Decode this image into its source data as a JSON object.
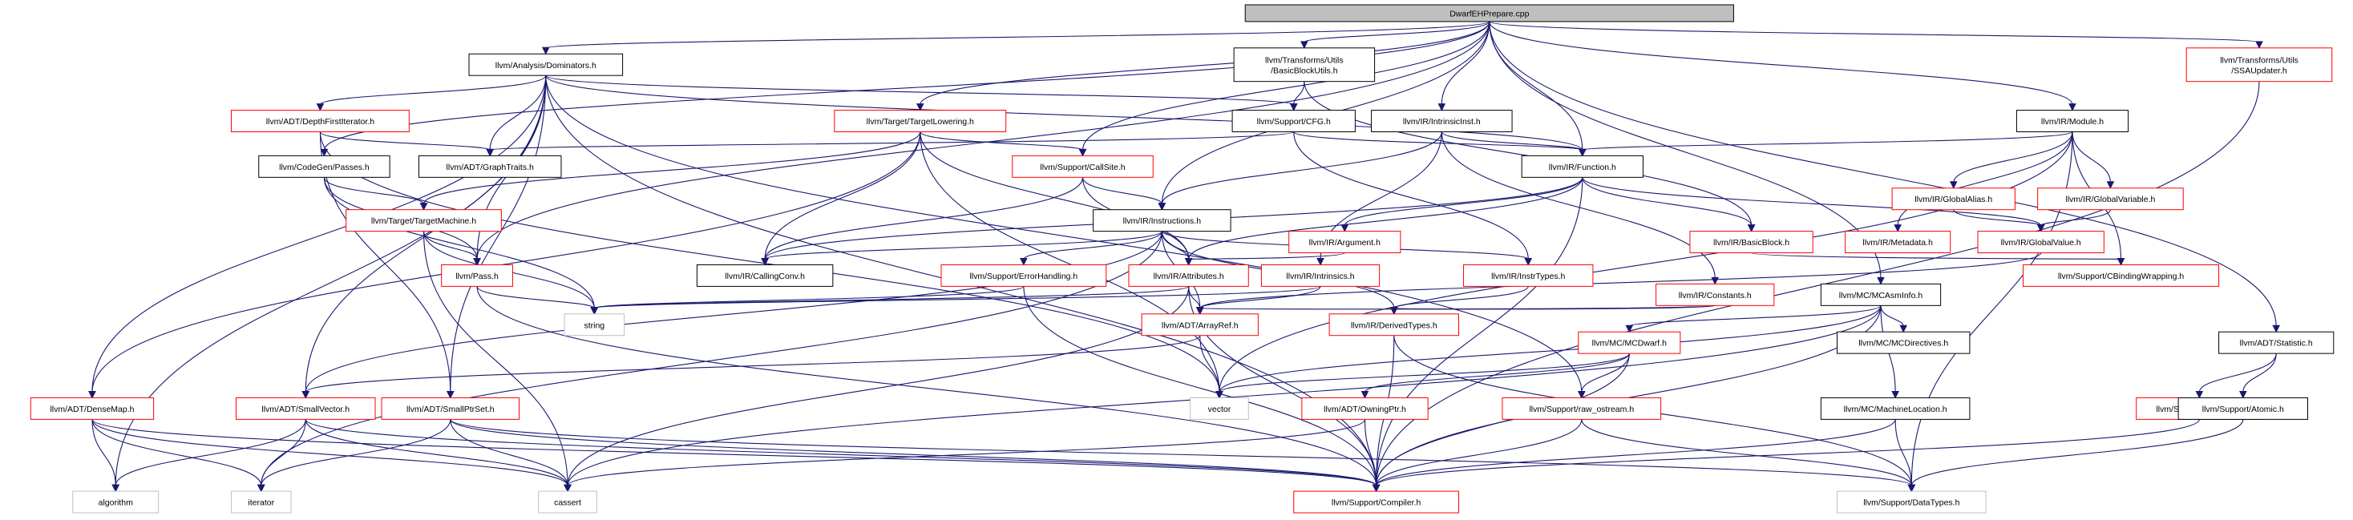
{
  "colors": {
    "edge": "#191970",
    "root_fill": "#bfbfbf",
    "root_border": "#000000",
    "doc_border": "#000000",
    "undoc_border": "#ff0000",
    "external_border": "#bfbfbf",
    "node_fill": "#ffffff"
  },
  "nodes": [
    {
      "id": "root",
      "kind": "root",
      "lines": [
        "DwarfEHPrepare.cpp"
      ]
    },
    {
      "id": "dominators",
      "kind": "doc",
      "lines": [
        "llvm/Analysis/Dominators.h"
      ]
    },
    {
      "id": "bbutils",
      "kind": "doc",
      "lines": [
        "llvm/Transforms/Utils",
        "/BasicBlockUtils.h"
      ]
    },
    {
      "id": "ssaupdater",
      "kind": "red",
      "lines": [
        "llvm/Transforms/Utils",
        "/SSAUpdater.h"
      ]
    },
    {
      "id": "dfi",
      "kind": "red",
      "lines": [
        "llvm/ADT/DepthFirstIterator.h"
      ]
    },
    {
      "id": "targetlowering",
      "kind": "red",
      "lines": [
        "llvm/Target/TargetLowering.h"
      ]
    },
    {
      "id": "cfg",
      "kind": "doc",
      "lines": [
        "llvm/Support/CFG.h"
      ]
    },
    {
      "id": "intrinsicinst",
      "kind": "doc",
      "lines": [
        "llvm/IR/IntrinsicInst.h"
      ]
    },
    {
      "id": "module",
      "kind": "doc",
      "lines": [
        "llvm/IR/Module.h"
      ]
    },
    {
      "id": "codegenpasses",
      "kind": "doc",
      "lines": [
        "llvm/CodeGen/Passes.h"
      ]
    },
    {
      "id": "graphtraits",
      "kind": "doc",
      "lines": [
        "llvm/ADT/GraphTraits.h"
      ]
    },
    {
      "id": "callsite",
      "kind": "red",
      "lines": [
        "llvm/Support/CallSite.h"
      ]
    },
    {
      "id": "function",
      "kind": "doc",
      "lines": [
        "llvm/IR/Function.h"
      ]
    },
    {
      "id": "globalalias",
      "kind": "red",
      "lines": [
        "llvm/IR/GlobalAlias.h"
      ]
    },
    {
      "id": "globalvariable",
      "kind": "red",
      "lines": [
        "llvm/IR/GlobalVariable.h"
      ]
    },
    {
      "id": "targetmachine",
      "kind": "red",
      "lines": [
        "llvm/Target/TargetMachine.h"
      ]
    },
    {
      "id": "instructions",
      "kind": "doc",
      "lines": [
        "llvm/IR/Instructions.h"
      ]
    },
    {
      "id": "argument",
      "kind": "red",
      "lines": [
        "llvm/IR/Argument.h"
      ]
    },
    {
      "id": "basicblock",
      "kind": "red",
      "lines": [
        "llvm/IR/BasicBlock.h"
      ]
    },
    {
      "id": "metadata",
      "kind": "red",
      "lines": [
        "llvm/IR/Metadata.h"
      ]
    },
    {
      "id": "globalvalue",
      "kind": "red",
      "lines": [
        "llvm/IR/GlobalValue.h"
      ]
    },
    {
      "id": "pass",
      "kind": "red",
      "lines": [
        "llvm/Pass.h"
      ]
    },
    {
      "id": "callingconv",
      "kind": "doc",
      "lines": [
        "llvm/IR/CallingConv.h"
      ]
    },
    {
      "id": "errorhandling",
      "kind": "red",
      "lines": [
        "llvm/Support/ErrorHandling.h"
      ]
    },
    {
      "id": "attributes",
      "kind": "red",
      "lines": [
        "llvm/IR/Attributes.h"
      ]
    },
    {
      "id": "intrinsics",
      "kind": "red",
      "lines": [
        "llvm/IR/Intrinsics.h"
      ]
    },
    {
      "id": "instrtypes",
      "kind": "red",
      "lines": [
        "llvm/IR/InstrTypes.h"
      ]
    },
    {
      "id": "constants",
      "kind": "red",
      "lines": [
        "llvm/IR/Constants.h"
      ]
    },
    {
      "id": "mcasminfo",
      "kind": "doc",
      "lines": [
        "llvm/MC/MCAsmInfo.h"
      ]
    },
    {
      "id": "cbinding",
      "kind": "red",
      "lines": [
        "llvm/Support/CBindingWrapping.h"
      ]
    },
    {
      "id": "string",
      "kind": "ext",
      "lines": [
        "string"
      ]
    },
    {
      "id": "arrayref",
      "kind": "red",
      "lines": [
        "llvm/ADT/ArrayRef.h"
      ]
    },
    {
      "id": "derivedtypes",
      "kind": "red",
      "lines": [
        "llvm/IR/DerivedTypes.h"
      ]
    },
    {
      "id": "mcdwarf",
      "kind": "red",
      "lines": [
        "llvm/MC/MCDwarf.h"
      ]
    },
    {
      "id": "mcdirectives",
      "kind": "doc",
      "lines": [
        "llvm/MC/MCDirectives.h"
      ]
    },
    {
      "id": "statistic",
      "kind": "doc",
      "lines": [
        "llvm/ADT/Statistic.h"
      ]
    },
    {
      "id": "densemap",
      "kind": "red",
      "lines": [
        "llvm/ADT/DenseMap.h"
      ]
    },
    {
      "id": "smallvector",
      "kind": "red",
      "lines": [
        "llvm/ADT/SmallVector.h"
      ]
    },
    {
      "id": "smallptrset",
      "kind": "red",
      "lines": [
        "llvm/ADT/SmallPtrSet.h"
      ]
    },
    {
      "id": "vector",
      "kind": "ext",
      "lines": [
        "vector"
      ]
    },
    {
      "id": "owningptr",
      "kind": "red",
      "lines": [
        "llvm/ADT/OwningPtr.h"
      ]
    },
    {
      "id": "rawostream",
      "kind": "red",
      "lines": [
        "llvm/Support/raw_ostream.h"
      ]
    },
    {
      "id": "machinelocation",
      "kind": "doc",
      "lines": [
        "llvm/MC/MachineLocation.h"
      ]
    },
    {
      "id": "valgrind",
      "kind": "red",
      "lines": [
        "llvm/Support/Valgrind.h"
      ]
    },
    {
      "id": "atomic",
      "kind": "doc",
      "lines": [
        "llvm/Support/Atomic.h"
      ]
    },
    {
      "id": "algorithm",
      "kind": "ext",
      "lines": [
        "algorithm"
      ]
    },
    {
      "id": "iterator",
      "kind": "ext",
      "lines": [
        "iterator"
      ]
    },
    {
      "id": "cassert",
      "kind": "ext",
      "lines": [
        "cassert"
      ]
    },
    {
      "id": "compiler",
      "kind": "red",
      "lines": [
        "llvm/Support/Compiler.h"
      ]
    },
    {
      "id": "datatypes",
      "kind": "ext",
      "lines": [
        "llvm/Support/DataTypes.h"
      ]
    }
  ],
  "edges": [
    [
      "root",
      "dominators"
    ],
    [
      "root",
      "bbutils"
    ],
    [
      "root",
      "ssaupdater"
    ],
    [
      "root",
      "codegenpasses"
    ],
    [
      "root",
      "targetlowering"
    ],
    [
      "root",
      "callsite"
    ],
    [
      "root",
      "instructions"
    ],
    [
      "root",
      "intrinsicinst"
    ],
    [
      "root",
      "function"
    ],
    [
      "root",
      "module"
    ],
    [
      "root",
      "pass"
    ],
    [
      "root",
      "statistic"
    ],
    [
      "root",
      "mcasminfo"
    ],
    [
      "dominators",
      "dfi"
    ],
    [
      "dominators",
      "graphtraits"
    ],
    [
      "dominators",
      "cfg"
    ],
    [
      "dominators",
      "function"
    ],
    [
      "dominators",
      "pass"
    ],
    [
      "dominators",
      "densemap"
    ],
    [
      "dominators",
      "smallvector"
    ],
    [
      "dominators",
      "smallptrset"
    ],
    [
      "dominators",
      "algorithm"
    ],
    [
      "dominators",
      "compiler"
    ],
    [
      "dominators",
      "rawostream"
    ],
    [
      "bbutils",
      "cfg"
    ],
    [
      "bbutils",
      "basicblock"
    ],
    [
      "ssaupdater",
      "compiler"
    ],
    [
      "dfi",
      "graphtraits"
    ],
    [
      "dfi",
      "smallptrset"
    ],
    [
      "dfi",
      "vector"
    ],
    [
      "targetlowering",
      "targetmachine"
    ],
    [
      "targetlowering",
      "callsite"
    ],
    [
      "targetlowering",
      "callingconv"
    ],
    [
      "targetlowering",
      "attributes"
    ],
    [
      "targetlowering",
      "densemap"
    ],
    [
      "targetlowering",
      "vector"
    ],
    [
      "cfg",
      "graphtraits"
    ],
    [
      "cfg",
      "function"
    ],
    [
      "cfg",
      "instrtypes"
    ],
    [
      "intrinsicinst",
      "function"
    ],
    [
      "intrinsicinst",
      "instructions"
    ],
    [
      "intrinsicinst",
      "intrinsics"
    ],
    [
      "intrinsicinst",
      "constants"
    ],
    [
      "module",
      "function"
    ],
    [
      "module",
      "globalalias"
    ],
    [
      "module",
      "globalvariable"
    ],
    [
      "module",
      "metadata"
    ],
    [
      "module",
      "cbinding"
    ],
    [
      "module",
      "datatypes"
    ],
    [
      "module",
      "vector"
    ],
    [
      "codegenpasses",
      "targetmachine"
    ],
    [
      "codegenpasses",
      "pass"
    ],
    [
      "codegenpasses",
      "string"
    ],
    [
      "callsite",
      "instructions"
    ],
    [
      "callsite",
      "attributes"
    ],
    [
      "callsite",
      "callingconv"
    ],
    [
      "function",
      "argument"
    ],
    [
      "function",
      "basicblock"
    ],
    [
      "function",
      "globalvalue"
    ],
    [
      "function",
      "attributes"
    ],
    [
      "function",
      "callingconv"
    ],
    [
      "function",
      "compiler"
    ],
    [
      "globalalias",
      "globalvalue"
    ],
    [
      "globalvariable",
      "globalvalue"
    ],
    [
      "targetmachine",
      "pass"
    ],
    [
      "targetmachine",
      "string"
    ],
    [
      "targetmachine",
      "cassert"
    ],
    [
      "instructions",
      "attributes"
    ],
    [
      "instructions",
      "callingconv"
    ],
    [
      "instructions",
      "errorhandling"
    ],
    [
      "instructions",
      "instrtypes"
    ],
    [
      "instructions",
      "arrayref"
    ],
    [
      "instructions",
      "derivedtypes"
    ],
    [
      "instructions",
      "iterator"
    ],
    [
      "instructions",
      "smallvector"
    ],
    [
      "argument",
      "attributes"
    ],
    [
      "basicblock",
      "cbinding"
    ],
    [
      "globalvalue",
      "arrayref"
    ],
    [
      "pass",
      "string"
    ],
    [
      "pass",
      "compiler"
    ],
    [
      "errorhandling",
      "string"
    ],
    [
      "errorhandling",
      "compiler"
    ],
    [
      "attributes",
      "arrayref"
    ],
    [
      "attributes",
      "string"
    ],
    [
      "attributes",
      "compiler"
    ],
    [
      "attributes",
      "cassert"
    ],
    [
      "intrinsics",
      "arrayref"
    ],
    [
      "intrinsics",
      "string"
    ],
    [
      "instrtypes",
      "derivedtypes"
    ],
    [
      "constants",
      "arrayref"
    ],
    [
      "constants",
      "derivedtypes"
    ],
    [
      "mcasminfo",
      "mcdirectives"
    ],
    [
      "mcasminfo",
      "mcdwarf"
    ],
    [
      "mcasminfo",
      "machinelocation"
    ],
    [
      "mcasminfo",
      "cassert"
    ],
    [
      "mcasminfo",
      "vector"
    ],
    [
      "mcasminfo",
      "compiler"
    ],
    [
      "arrayref",
      "smallvector"
    ],
    [
      "arrayref",
      "vector"
    ],
    [
      "derivedtypes",
      "compiler"
    ],
    [
      "derivedtypes",
      "datatypes"
    ],
    [
      "mcdwarf",
      "owningptr"
    ],
    [
      "mcdwarf",
      "rawostream"
    ],
    [
      "mcdwarf",
      "compiler"
    ],
    [
      "mcdwarf",
      "vector"
    ],
    [
      "statistic",
      "valgrind"
    ],
    [
      "statistic",
      "atomic"
    ],
    [
      "densemap",
      "algorithm"
    ],
    [
      "densemap",
      "iterator"
    ],
    [
      "densemap",
      "cassert"
    ],
    [
      "densemap",
      "compiler"
    ],
    [
      "smallvector",
      "algorithm"
    ],
    [
      "smallvector",
      "iterator"
    ],
    [
      "smallvector",
      "cassert"
    ],
    [
      "smallvector",
      "compiler"
    ],
    [
      "smallptrset",
      "iterator"
    ],
    [
      "smallptrset",
      "cassert"
    ],
    [
      "smallptrset",
      "compiler"
    ],
    [
      "smallptrset",
      "datatypes"
    ],
    [
      "owningptr",
      "cassert"
    ],
    [
      "owningptr",
      "compiler"
    ],
    [
      "rawostream",
      "compiler"
    ],
    [
      "rawostream",
      "datatypes"
    ],
    [
      "machinelocation",
      "compiler"
    ],
    [
      "machinelocation",
      "datatypes"
    ],
    [
      "valgrind",
      "compiler"
    ],
    [
      "atomic",
      "datatypes"
    ]
  ]
}
